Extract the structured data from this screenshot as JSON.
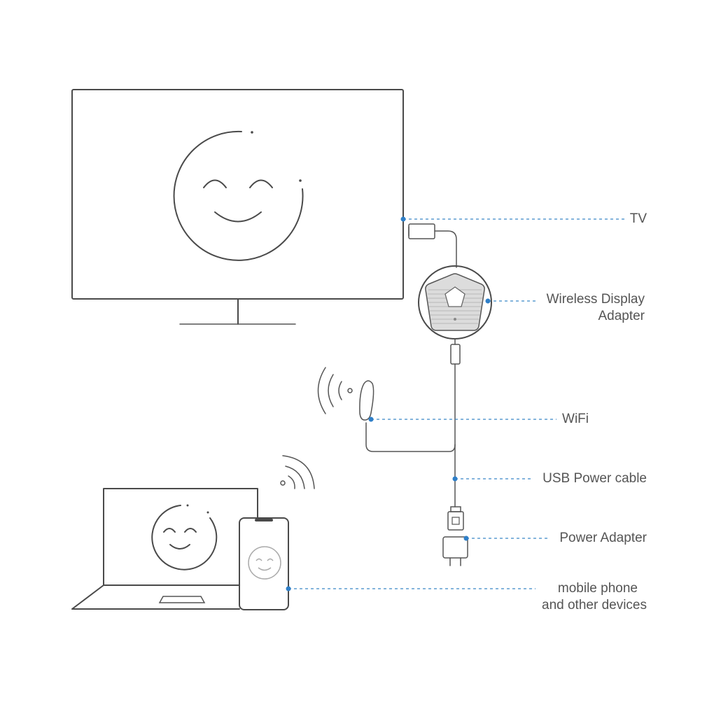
{
  "labels": {
    "tv": "TV",
    "adapter_line1": "Wireless Display",
    "adapter_line2": "Adapter",
    "wifi": "WiFi",
    "usb_cable": "USB Power cable",
    "power_adapter": "Power Adapter",
    "mobile_line1": "mobile phone",
    "mobile_line2": "and other devices"
  },
  "colors": {
    "line": "#4a4a4a",
    "leader": "#3a86c8",
    "dot": "#2f7fc8",
    "text": "#555555",
    "adapter_face": "#d9d9d9"
  }
}
